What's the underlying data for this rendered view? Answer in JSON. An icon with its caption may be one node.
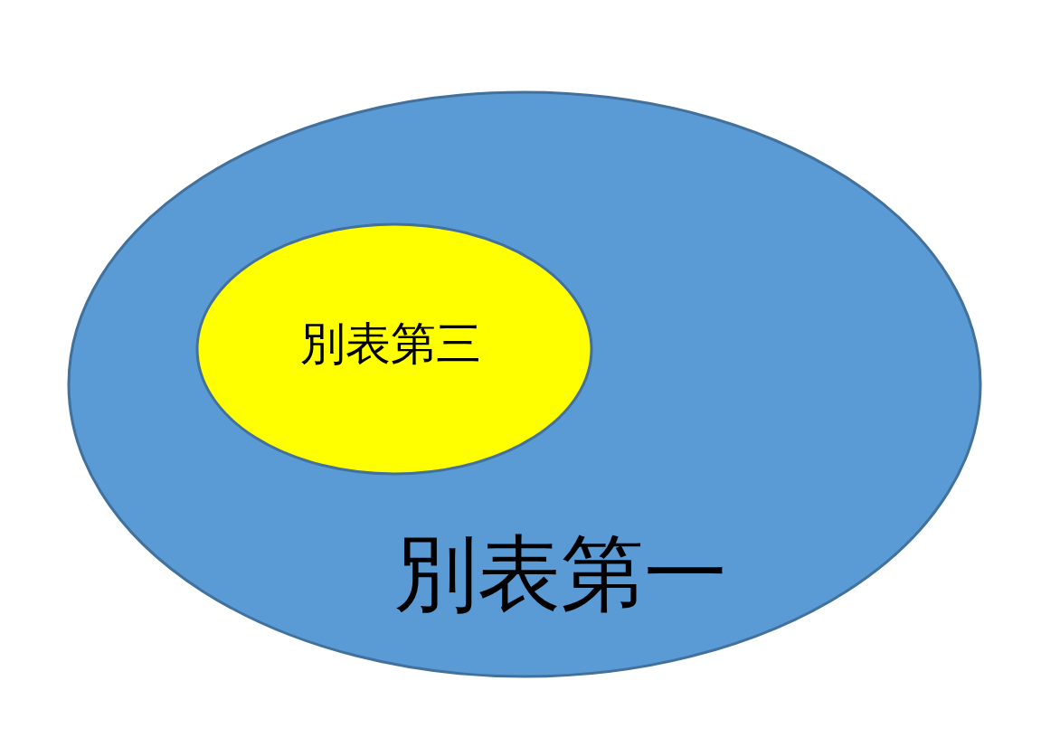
{
  "diagram": {
    "nodes": [
      {
        "text": [
          "別表第一"
        ]
      },
      {
        "text": [
          "別表第三"
        ],
        "in": 0
      }
    ]
  }
}
